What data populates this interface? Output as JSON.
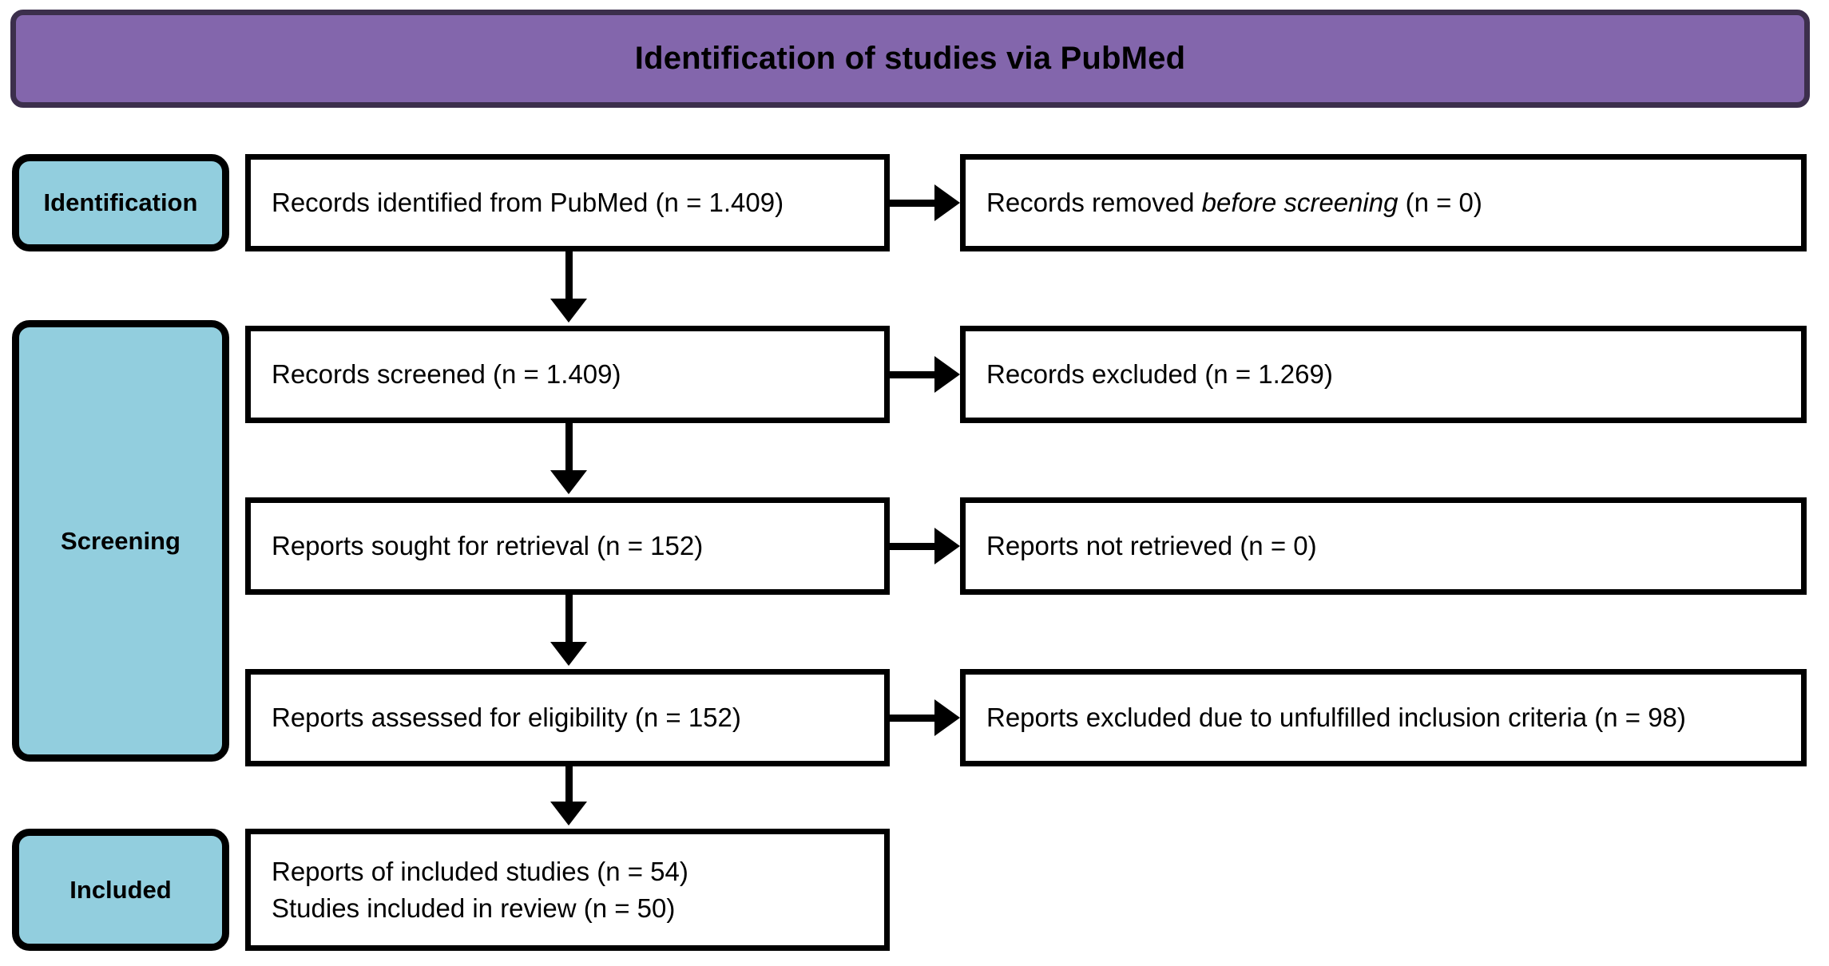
{
  "header": {
    "title": "Identification of studies via PubMed",
    "fill_color": "#8366AC",
    "border_color": "#3C2F4C"
  },
  "stages": [
    {
      "id": "identification",
      "label": "Identification",
      "fill_color": "#92CEDE"
    },
    {
      "id": "screening",
      "label": "Screening",
      "fill_color": "#92CEDE"
    },
    {
      "id": "included",
      "label": "Included",
      "fill_color": "#92CEDE"
    }
  ],
  "flow": {
    "left_boxes": [
      {
        "id": "records-identified",
        "text": "Records identified from PubMed (n = 1.409)",
        "n": 1409
      },
      {
        "id": "records-screened",
        "text": "Records screened (n = 1.409)",
        "n": 1409
      },
      {
        "id": "reports-sought",
        "text": "Reports sought for retrieval (n = 152)",
        "n": 152
      },
      {
        "id": "reports-assessed",
        "text": "Reports assessed for eligibility (n = 152)",
        "n": 152
      },
      {
        "id": "reports-included",
        "line1": "Reports of included studies (n = 54)",
        "line2": "Studies included in review (n = 50)",
        "n_reports": 54,
        "n_studies": 50
      }
    ],
    "right_boxes": [
      {
        "id": "records-removed",
        "prefix": "Records removed ",
        "emphasis": "before screening",
        "suffix": " (n = 0)",
        "n": 0
      },
      {
        "id": "records-excluded",
        "text": "Records excluded (n = 1.269)",
        "n": 1269
      },
      {
        "id": "reports-not-retrieved",
        "text": "Reports not retrieved (n = 0)",
        "n": 0
      },
      {
        "id": "reports-excluded",
        "text": "Reports excluded due to unfulfilled inclusion criteria (n = 98)",
        "n": 98
      }
    ]
  }
}
